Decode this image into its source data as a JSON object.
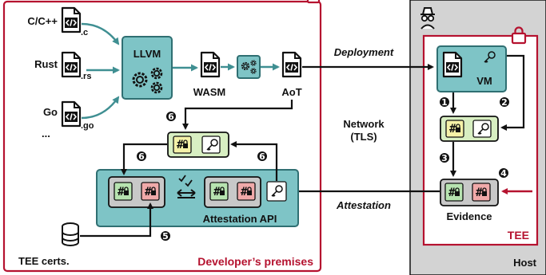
{
  "languages": [
    {
      "name": "C/C++",
      "ext": ".c"
    },
    {
      "name": "Rust",
      "ext": ".rs"
    },
    {
      "name": "Go",
      "ext": ".go"
    }
  ],
  "ellipsis": "...",
  "nodes": {
    "llvm": "LLVM",
    "wasm": "WASM",
    "aot": "AoT",
    "vm": "VM",
    "evidence": "Evidence",
    "attestation_api": "Attestation API",
    "tee_certs": "TEE certs.",
    "tee": "TEE",
    "host": "Host",
    "developer": "Developer’s premises"
  },
  "arrows": {
    "deployment": "Deployment",
    "network": "Network",
    "tls": "(TLS)",
    "attestation": "Attestation"
  },
  "steps": {
    "s1": "1",
    "s2": "2",
    "s3": "3",
    "s4": "4",
    "s5": "5",
    "s6": "6"
  },
  "icons": [
    "code-file-icon",
    "gears-icon",
    "key-icon",
    "hash-lock-icon",
    "database-icon",
    "spy-icon",
    "padlock-icon",
    "compare-icon"
  ],
  "colors": {
    "red": "#b5122f",
    "teal": "#7ec4c6",
    "teal_dark": "#2f6f72",
    "green": "#d8efc2",
    "host_bg": "#d3d3d3"
  }
}
